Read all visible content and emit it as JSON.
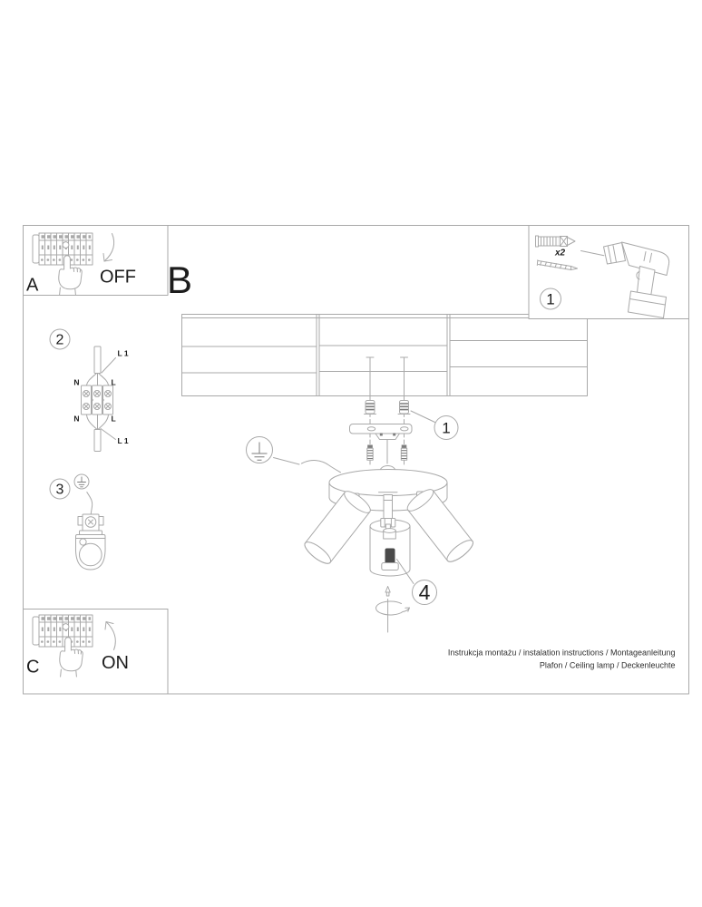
{
  "colors": {
    "line": "#a9a9a9",
    "dark": "#7d7d7d",
    "text": "#1c1c1c",
    "bulb": "#4a4a4a",
    "bg": "#ffffff"
  },
  "panels": {
    "a": {
      "label": "A",
      "action": "OFF"
    },
    "b": {
      "label": "B"
    },
    "c": {
      "label": "C",
      "action": "ON"
    },
    "parts": {
      "step_number": "1",
      "anchor_quantity": "x2"
    }
  },
  "steps": {
    "mounting": {
      "number": "1"
    },
    "wiring": {
      "number": "2",
      "terminals": {
        "live_top": "L 1",
        "neutral_top": "N",
        "line_top": "L",
        "neutral_bottom": "N",
        "line_bottom": "L",
        "live_bottom": "L 1"
      }
    },
    "grounding": {
      "number": "3"
    },
    "bulb": {
      "number": "4"
    }
  },
  "footer": {
    "line1": "Instrukcja montażu / instalation instructions / Montageanleitung",
    "line2": "Plafon / Ceiling lamp / Deckenleuchte"
  }
}
